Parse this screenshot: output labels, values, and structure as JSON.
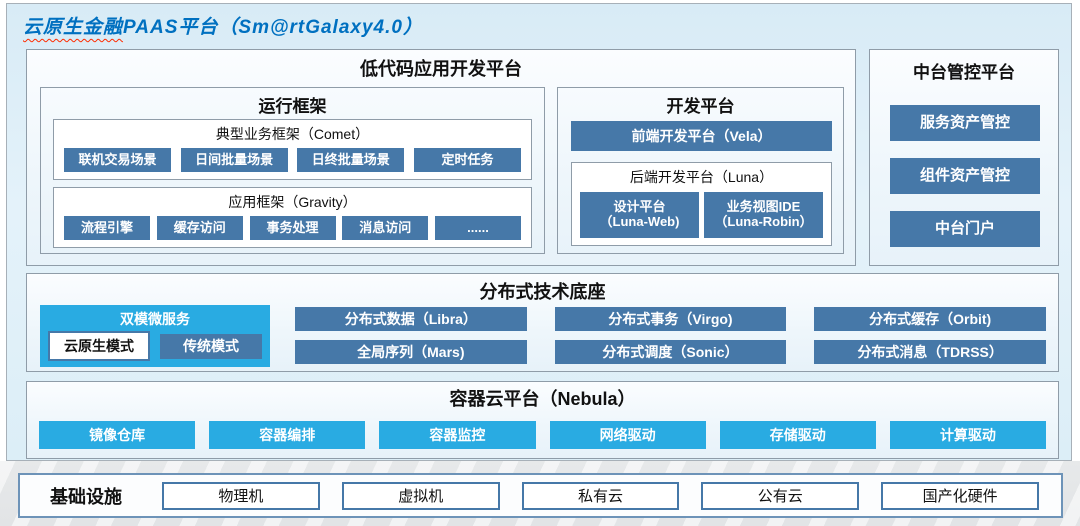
{
  "colors": {
    "steel_blue": "#4678a8",
    "cyan": "#29abe2",
    "title_blue": "#0070c0",
    "wavy_red": "#ff2a00"
  },
  "title": {
    "wavy_part": "云原生金融",
    "rest": "PAAS平台（Sm@rtGalaxy4.0）"
  },
  "low_code": {
    "title": "低代码应用开发平台",
    "runtime": {
      "title": "运行框架",
      "comet": {
        "title": "典型业务框架（Comet）",
        "buttons": [
          "联机交易场景",
          "日间批量场景",
          "日终批量场景",
          "定时任务"
        ]
      },
      "gravity": {
        "title": "应用框架（Gravity）",
        "buttons": [
          "流程引擎",
          "缓存访问",
          "事务处理",
          "消息访问",
          "......"
        ]
      }
    },
    "dev": {
      "title": "开发平台",
      "vela": "前端开发平台（Vela）",
      "luna": {
        "title": "后端开发平台（Luna）",
        "buttons": [
          {
            "line1": "设计平台",
            "line2": "（Luna-Web)"
          },
          {
            "line1": "业务视图IDE",
            "line2": "（Luna-Robin）"
          }
        ]
      }
    }
  },
  "middle_platform": {
    "title": "中台管控平台",
    "buttons": [
      "服务资产管控",
      "组件资产管控",
      "中台门户"
    ]
  },
  "distributed": {
    "title": "分布式技术底座",
    "dual_mode": {
      "title": "双模微服务",
      "native": "云原生模式",
      "legacy": "传统模式"
    },
    "row1": [
      "分布式数据（Libra）",
      "分布式事务（Virgo)",
      "分布式缓存（Orbit)"
    ],
    "row2": [
      "全局序列（Mars)",
      "分布式调度（Sonic）",
      "分布式消息（TDRSS）"
    ]
  },
  "container_cloud": {
    "title": "容器云平台（Nebula）",
    "buttons": [
      "镜像仓库",
      "容器编排",
      "容器监控",
      "网络驱动",
      "存储驱动",
      "计算驱动"
    ]
  },
  "infrastructure": {
    "title": "基础设施",
    "items": [
      "物理机",
      "虚拟机",
      "私有云",
      "公有云",
      "国产化硬件"
    ]
  }
}
